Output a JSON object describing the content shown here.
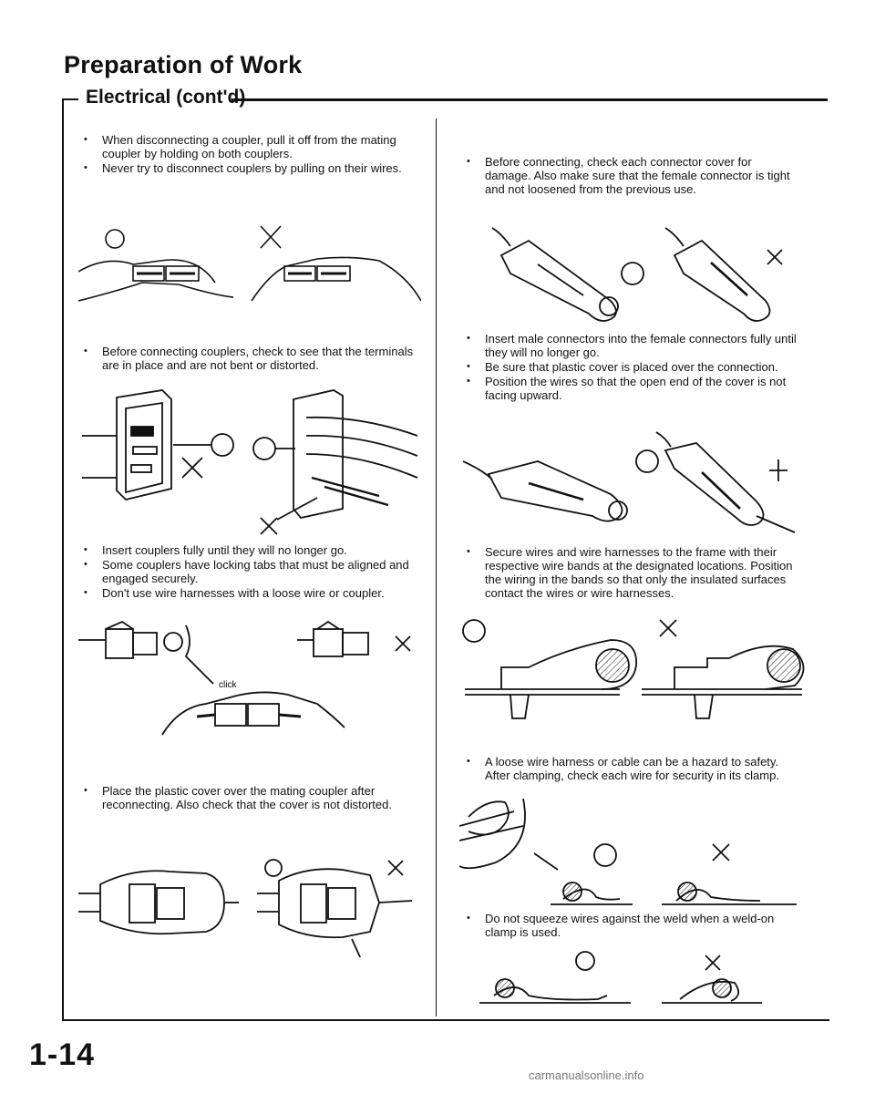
{
  "header": {
    "title": "Preparation of Work",
    "subtitle": "Electrical (cont'd)"
  },
  "left_column": {
    "section1": [
      "When disconnecting a coupler, pull it off from the mating coupler by holding on both couplers.",
      "Never try to disconnect couplers by pulling on their wires."
    ],
    "section2": [
      "Before connecting couplers, check to see that the terminals are in place and are not bent or distorted."
    ],
    "section3": [
      "Insert couplers fully until they will no longer go.",
      "Some couplers have locking tabs that must be aligned and engaged securely.",
      "Don't use wire harnesses with a loose wire or coupler."
    ],
    "click_label": "click",
    "section4": [
      "Place the plastic cover over the mating coupler after reconnecting. Also check that the cover is not distorted."
    ]
  },
  "right_column": {
    "section1": [
      "Before connecting, check each connector cover for damage. Also make sure that the female connector is tight and not loosened from the previous use."
    ],
    "section2": [
      "Insert male connectors into the female connectors fully until they will no longer go.",
      "Be sure that plastic cover is placed over the connection.",
      "Position the wires so that the open end of the cover is not facing upward."
    ],
    "section3": [
      "Secure wires and wire harnesses to the frame with their respective wire bands at the designated locations. Position the wiring in the bands so that only the insulated surfaces contact the wires or wire harnesses."
    ],
    "section4": [
      "A loose wire harness or cable can be a hazard to safety. After clamping, check each wire for security in its clamp."
    ],
    "section5": [
      "Do not squeeze wires against the weld when a weld-on clamp is used."
    ]
  },
  "marks": {
    "ok": "O",
    "ng": "X"
  },
  "footer": {
    "page_number": "1-14",
    "watermark": "carmanualsonline.info"
  }
}
